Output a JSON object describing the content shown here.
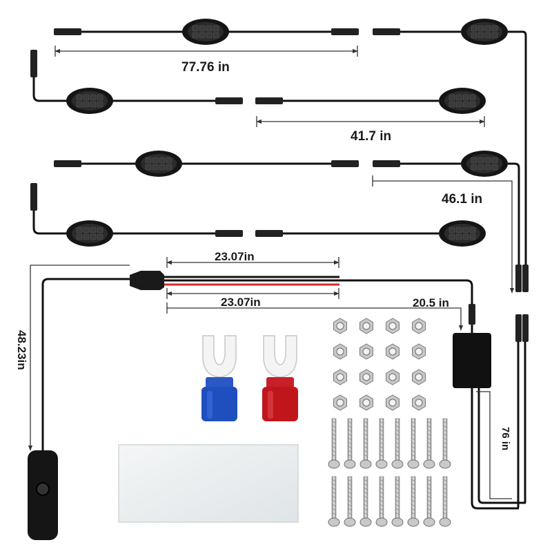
{
  "image": {
    "kind": "product-diagram",
    "subject": "rock light kit wiring diagram"
  },
  "dimensions": {
    "cable_77": "77.76 in",
    "cable_41": "41.7 in",
    "cable_46": "46.1 in",
    "lead_top": "23.07in",
    "lead_bottom": "23.07in",
    "controller_lead": "20.5 in",
    "switch_lead": "48.23in",
    "controller_out": "76 in"
  },
  "colors": {
    "cable": "#111111",
    "pod_body": "#151515",
    "led": "#3a3a3a",
    "wire_red": "#d62b2b",
    "terminal_blue": "#1f4fbf",
    "terminal_red": "#c0161b",
    "dimension_line": "#333333",
    "hardware": "#b9b9b9"
  }
}
